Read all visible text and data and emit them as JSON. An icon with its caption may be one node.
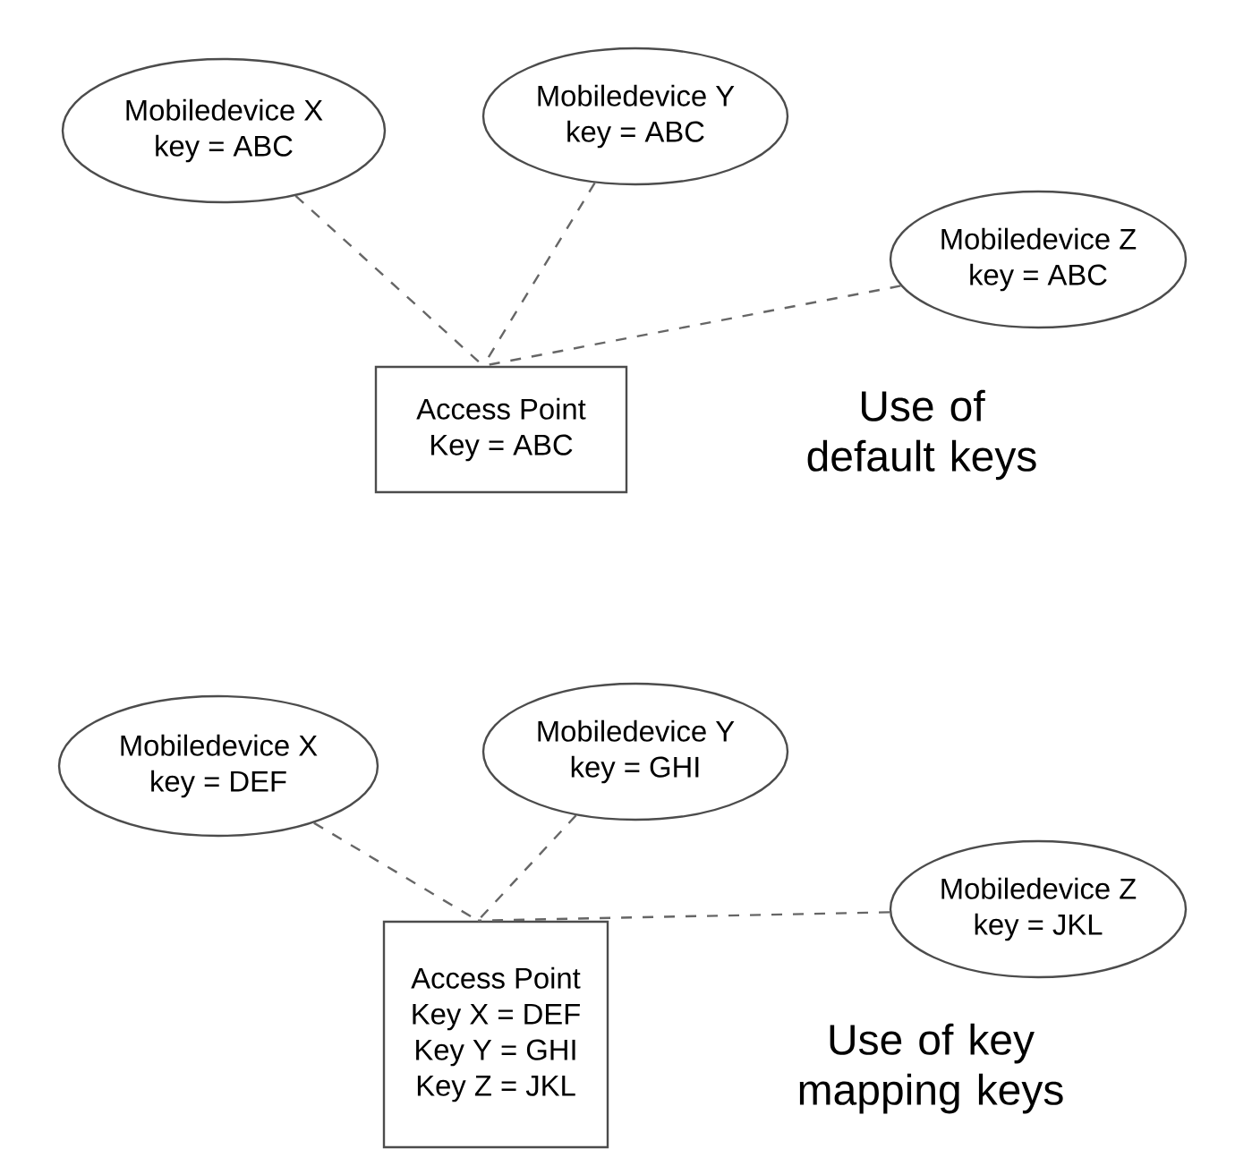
{
  "diagram": {
    "nodes": [
      {
        "text": [
          "Mobiledevice X",
          "key = ABC"
        ]
      },
      {
        "text": [
          "Mobiledevice Y",
          "key = ABC"
        ]
      },
      {
        "text": [
          "Mobiledevice Z",
          "key = ABC"
        ]
      },
      {
        "text": [
          "Access Point",
          "Key = ABC"
        ]
      },
      {
        "text": [
          "Mobiledevice X",
          "key = DEF"
        ]
      },
      {
        "text": [
          "Mobiledevice Y",
          "key = GHI"
        ]
      },
      {
        "text": [
          "Mobiledevice Z",
          "key = JKL"
        ]
      },
      {
        "text": [
          "Access Point",
          "Key X = DEF",
          "Key Y = GHI",
          "Key Z = JKL"
        ]
      }
    ],
    "edges": [
      {
        "from": 0,
        "to": 3,
        "arrow": "none",
        "style": "dashed"
      },
      {
        "from": 1,
        "to": 3,
        "arrow": "none",
        "style": "dashed"
      },
      {
        "from": 2,
        "to": 3,
        "arrow": "none",
        "style": "dashed"
      },
      {
        "from": 4,
        "to": 7,
        "arrow": "none",
        "style": "dashed"
      },
      {
        "from": 5,
        "to": 7,
        "arrow": "none",
        "style": "dashed"
      },
      {
        "from": 6,
        "to": 7,
        "arrow": "none",
        "style": "dashed"
      }
    ],
    "labels": [
      "Use of default keys",
      "Use of key mapping keys"
    ]
  }
}
